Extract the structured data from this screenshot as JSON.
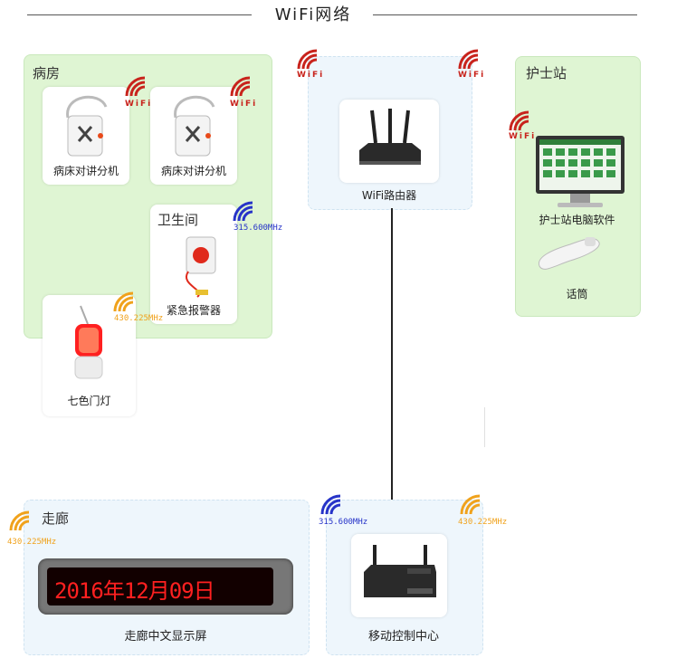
{
  "title": "WiFi网络",
  "zones": {
    "ward": "病房",
    "bathroom": "卫生间",
    "nurse_station": "护士站",
    "corridor": "走廊"
  },
  "devices": {
    "bed_unit_1": "病床对讲分机",
    "bed_unit_2": "病床对讲分机",
    "emergency_alarm": "紧急报警器",
    "door_light": "七色门灯",
    "router": "WiFi路由器",
    "nurse_pc": "护士站电脑软件",
    "handset": "话筒",
    "corridor_display": "走廊中文显示屏",
    "mobile_center": "移动控制中心"
  },
  "display_text": "2016年12月09日",
  "signals": {
    "wifi_label": "WiFi",
    "freq_315": "315.600MHz",
    "freq_430": "430.225MHz"
  },
  "colors": {
    "wifi_red": "#c8231c",
    "freq_blue": "#2633c8",
    "freq_orange": "#f0a21c",
    "zone_green": "#dff5d3",
    "led_red": "#ff2020"
  }
}
